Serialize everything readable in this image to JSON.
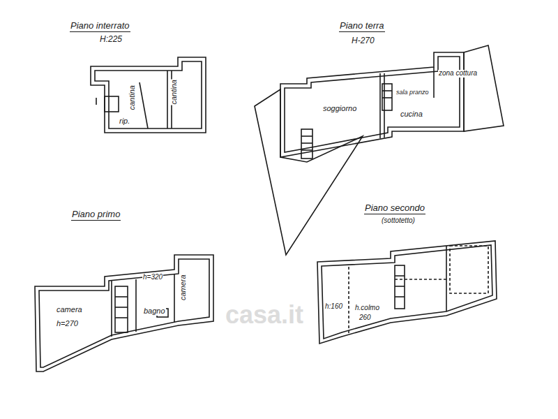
{
  "diagram": {
    "labels": [
      "Piano interrato",
      "H:225",
      "rip.",
      "cantina",
      "cantina",
      "Piano terra",
      "H-270",
      "soggiorno",
      "sala pranzo",
      "zona cottura",
      "cucina",
      "Piano primo",
      "camera",
      "h=270",
      "h=320",
      "bagno",
      "camera",
      "Piano secondo",
      "(sottotetto)",
      "h.colmo",
      "260",
      "h:160",
      "casa.it"
    ]
  }
}
